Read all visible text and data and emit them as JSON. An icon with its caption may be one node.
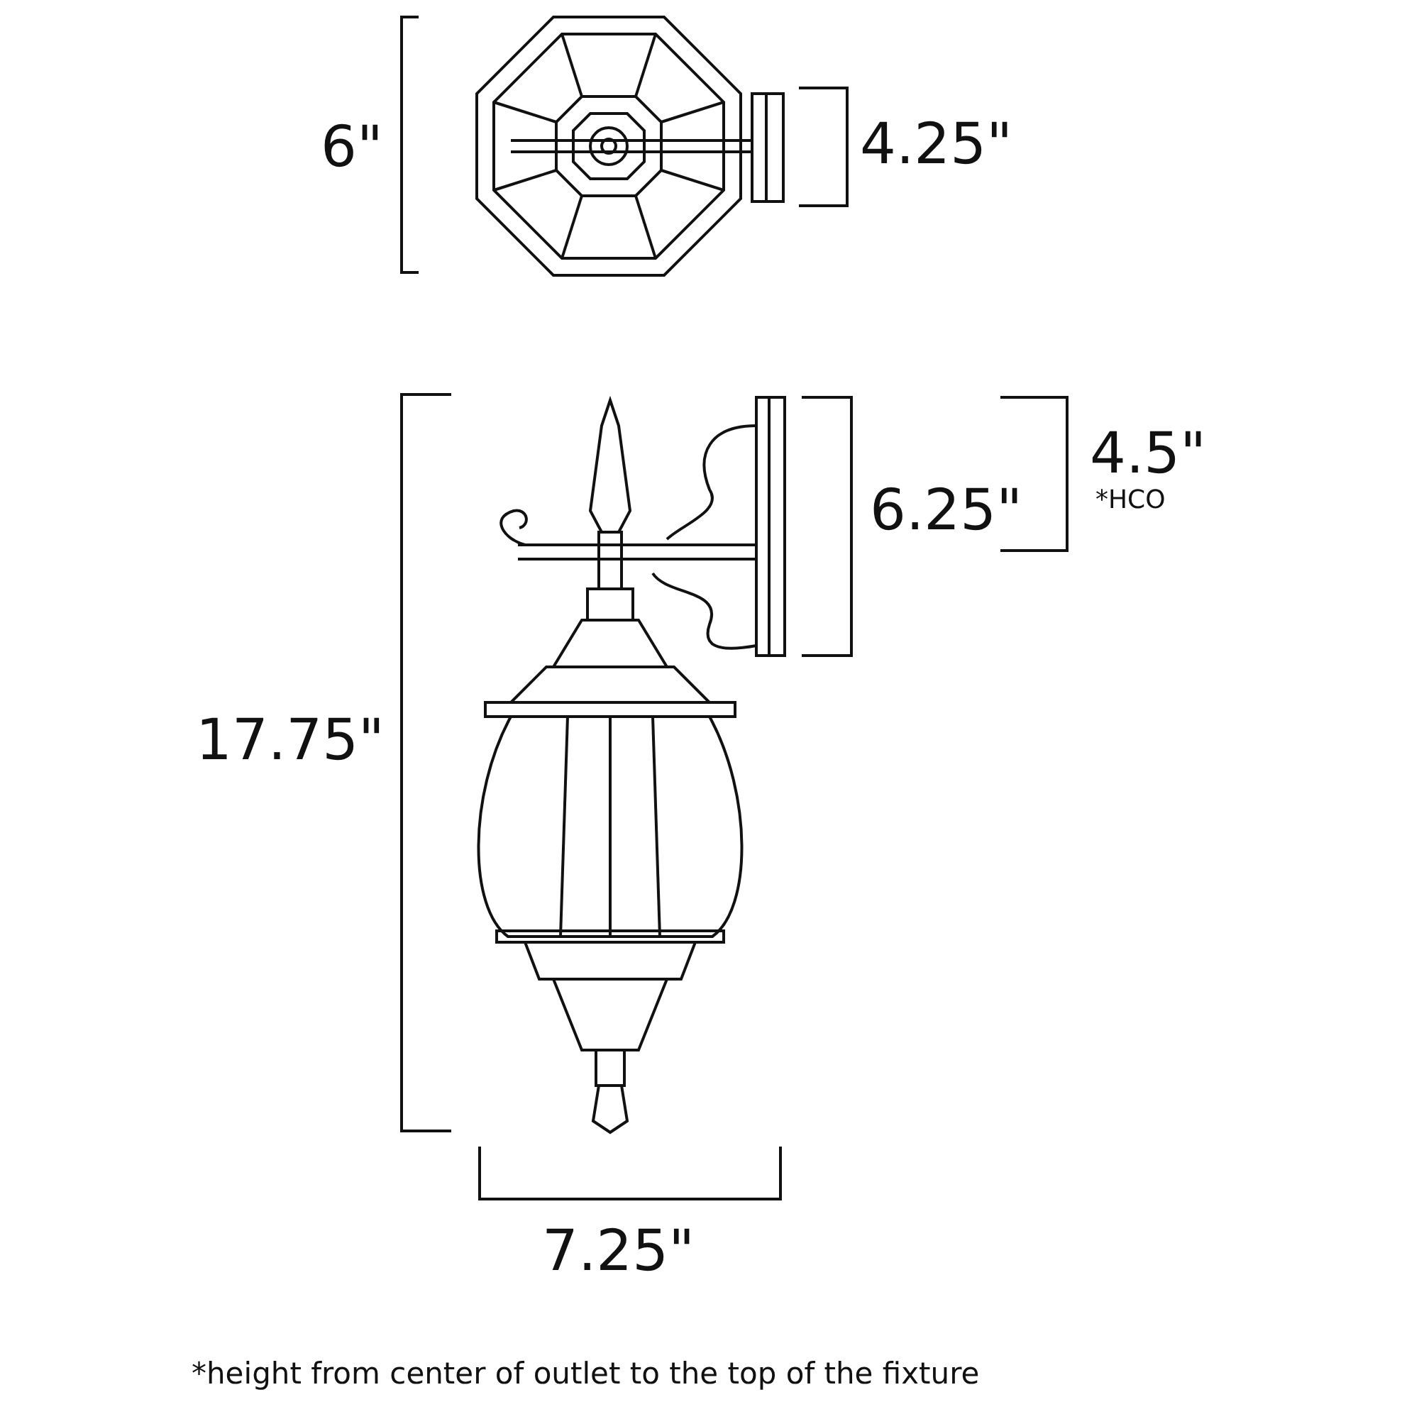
{
  "diagram": {
    "labels": [
      "6\"",
      "4.25\"",
      "6.25\"",
      "4.5\"",
      "*HCO",
      "17.75\"",
      "7.25\"",
      "*height from center of outlet to the top of the fixture"
    ]
  }
}
